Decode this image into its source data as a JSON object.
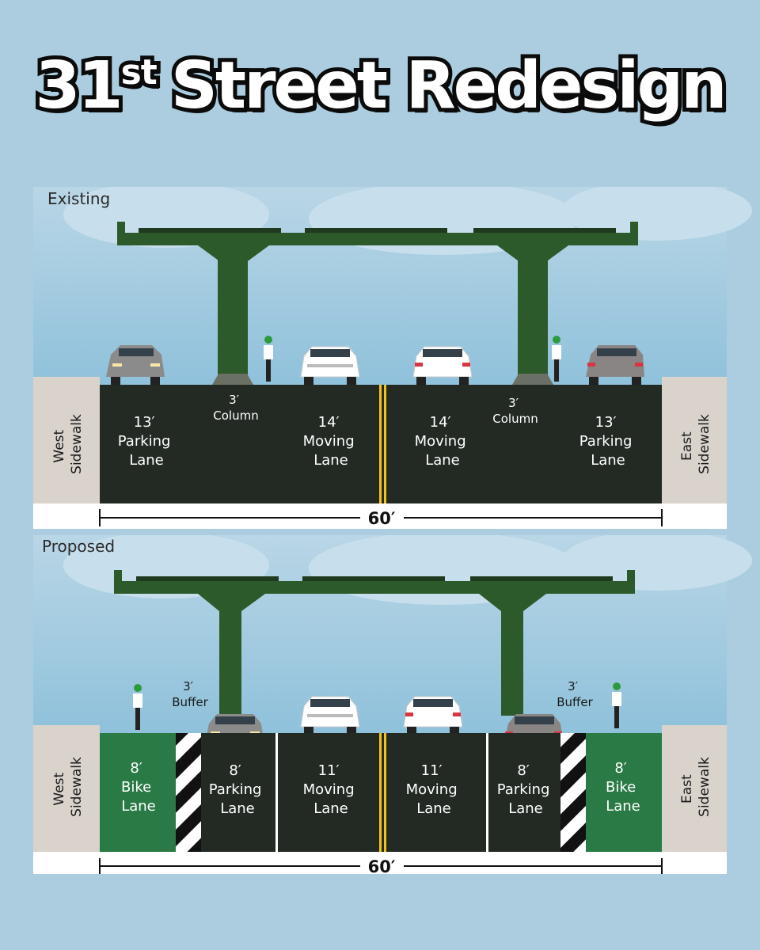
{
  "title": {
    "prefix": "31",
    "superscript": "st",
    "rest": "Street Redesign"
  },
  "colors": {
    "background": "#abcddf",
    "asphalt": "#232a24",
    "bike_lane": "#2a7a45",
    "sidewalk": "#d9d3cc",
    "elevated_structure": "#2d5a2a",
    "center_line": "#f2c21b"
  },
  "existing": {
    "label": "Existing",
    "sidewalk_west": [
      "West",
      "Sidewalk"
    ],
    "sidewalk_east": [
      "East",
      "Sidewalk"
    ],
    "lanes": [
      {
        "width": "13′",
        "type": [
          "Parking",
          "Lane"
        ]
      },
      {
        "width": "14′",
        "type": [
          "Moving",
          "Lane"
        ]
      },
      {
        "width": "14′",
        "type": [
          "Moving",
          "Lane"
        ]
      },
      {
        "width": "13′",
        "type": [
          "Parking",
          "Lane"
        ]
      }
    ],
    "columns": [
      {
        "width": "3′",
        "type": "Column"
      },
      {
        "width": "3′",
        "type": "Column"
      }
    ],
    "total_width": "60′"
  },
  "proposed": {
    "label": "Proposed",
    "sidewalk_west": [
      "West",
      "Sidewalk"
    ],
    "sidewalk_east": [
      "East",
      "Sidewalk"
    ],
    "lanes": [
      {
        "width": "8′",
        "type": [
          "Bike",
          "Lane"
        ]
      },
      {
        "width": "8′",
        "type": [
          "Parking",
          "Lane"
        ]
      },
      {
        "width": "11′",
        "type": [
          "Moving",
          "Lane"
        ]
      },
      {
        "width": "11′",
        "type": [
          "Moving",
          "Lane"
        ]
      },
      {
        "width": "8′",
        "type": [
          "Parking",
          "Lane"
        ]
      },
      {
        "width": "8′",
        "type": [
          "Bike",
          "Lane"
        ]
      }
    ],
    "buffers": [
      {
        "width": "3′",
        "type": "Buffer"
      },
      {
        "width": "3′",
        "type": "Buffer"
      }
    ],
    "total_width": "60′"
  }
}
